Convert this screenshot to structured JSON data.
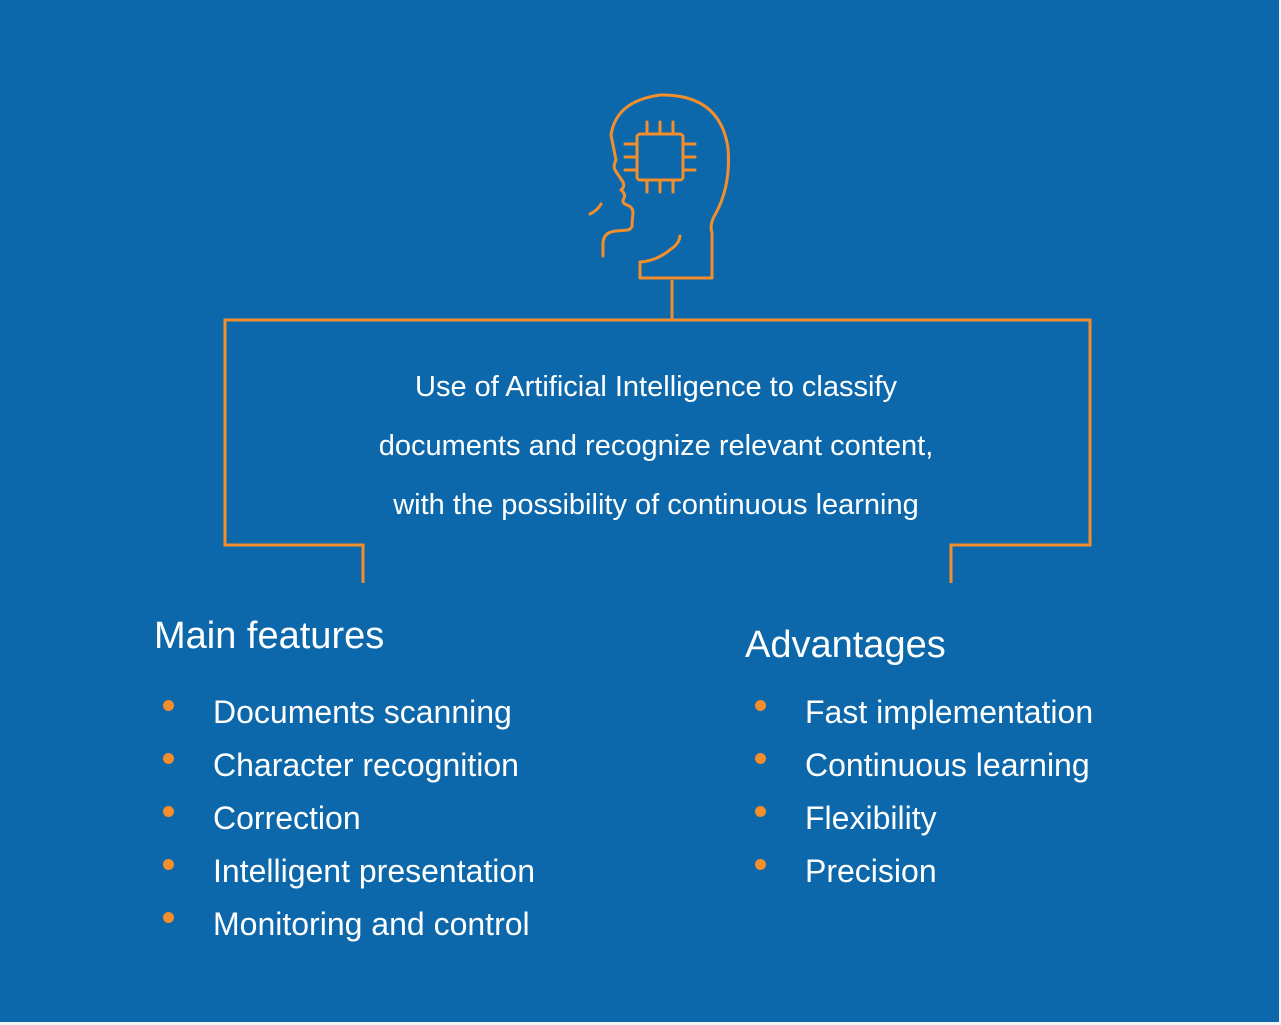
{
  "colors": {
    "background": "#0c68aa",
    "accent": "#f28e2b",
    "text": "#ffffff"
  },
  "icon": "ai-head-chip-icon",
  "description": {
    "lines": [
      "Use of Artificial Intelligence to classify",
      "documents and recognize relevant content,",
      "with the possibility of continuous learning"
    ]
  },
  "features": {
    "title": "Main features",
    "items": [
      "Documents scanning",
      "Character recognition",
      "Correction",
      "Intelligent presentation",
      "Monitoring and control"
    ]
  },
  "advantages": {
    "title": "Advantages",
    "items": [
      "Fast implementation",
      "Continuous learning",
      "Flexibility",
      "Precision"
    ]
  }
}
